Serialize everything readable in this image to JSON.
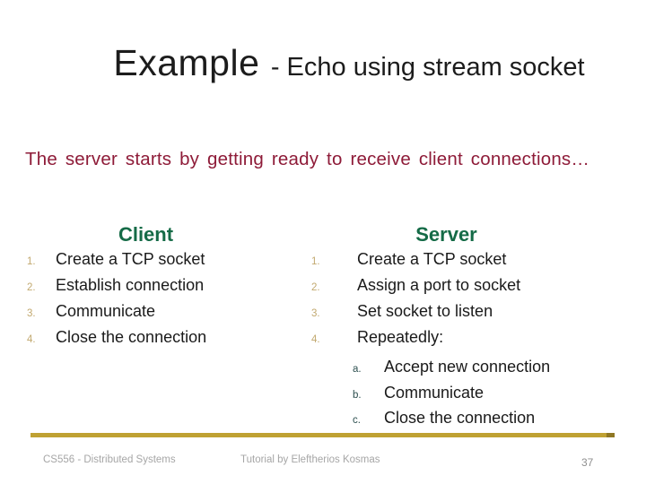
{
  "title": {
    "main": "Example",
    "sub": "- Echo using stream socket"
  },
  "intro": "The server starts by getting ready to receive client connections…",
  "client": {
    "heading": "Client",
    "items": [
      {
        "marker": "1.",
        "text": "Create a TCP socket"
      },
      {
        "marker": "2.",
        "text": "Establish connection"
      },
      {
        "marker": "3.",
        "text": "Communicate"
      },
      {
        "marker": "4.",
        "text": "Close the connection"
      }
    ]
  },
  "server": {
    "heading": "Server",
    "items": [
      {
        "marker": "1.",
        "text": "Create a TCP socket"
      },
      {
        "marker": "2.",
        "text": "Assign a port to socket"
      },
      {
        "marker": "3.",
        "text": "Set socket to listen"
      },
      {
        "marker": "4.",
        "text": "Repeatedly:"
      }
    ],
    "subitems": [
      {
        "marker": "a.",
        "text": "Accept new connection"
      },
      {
        "marker": "b.",
        "text": "Communicate"
      },
      {
        "marker": "c.",
        "text": "Close the connection"
      }
    ]
  },
  "footer": {
    "course": "CS556 - Distributed Systems",
    "credit": "Tutorial by Eleftherios Kosmas",
    "page_number": "37"
  },
  "colors": {
    "title_text": "#1c1c1c",
    "intro_maroon": "#8e1b38",
    "heading_green": "#156b47",
    "number_marker_tan": "#c2a96f",
    "letter_marker_teal": "#2e5050",
    "footer_gray": "#a6a6a6",
    "divider_gold": "#bfa133",
    "divider_gold_tip": "#8f7723"
  }
}
